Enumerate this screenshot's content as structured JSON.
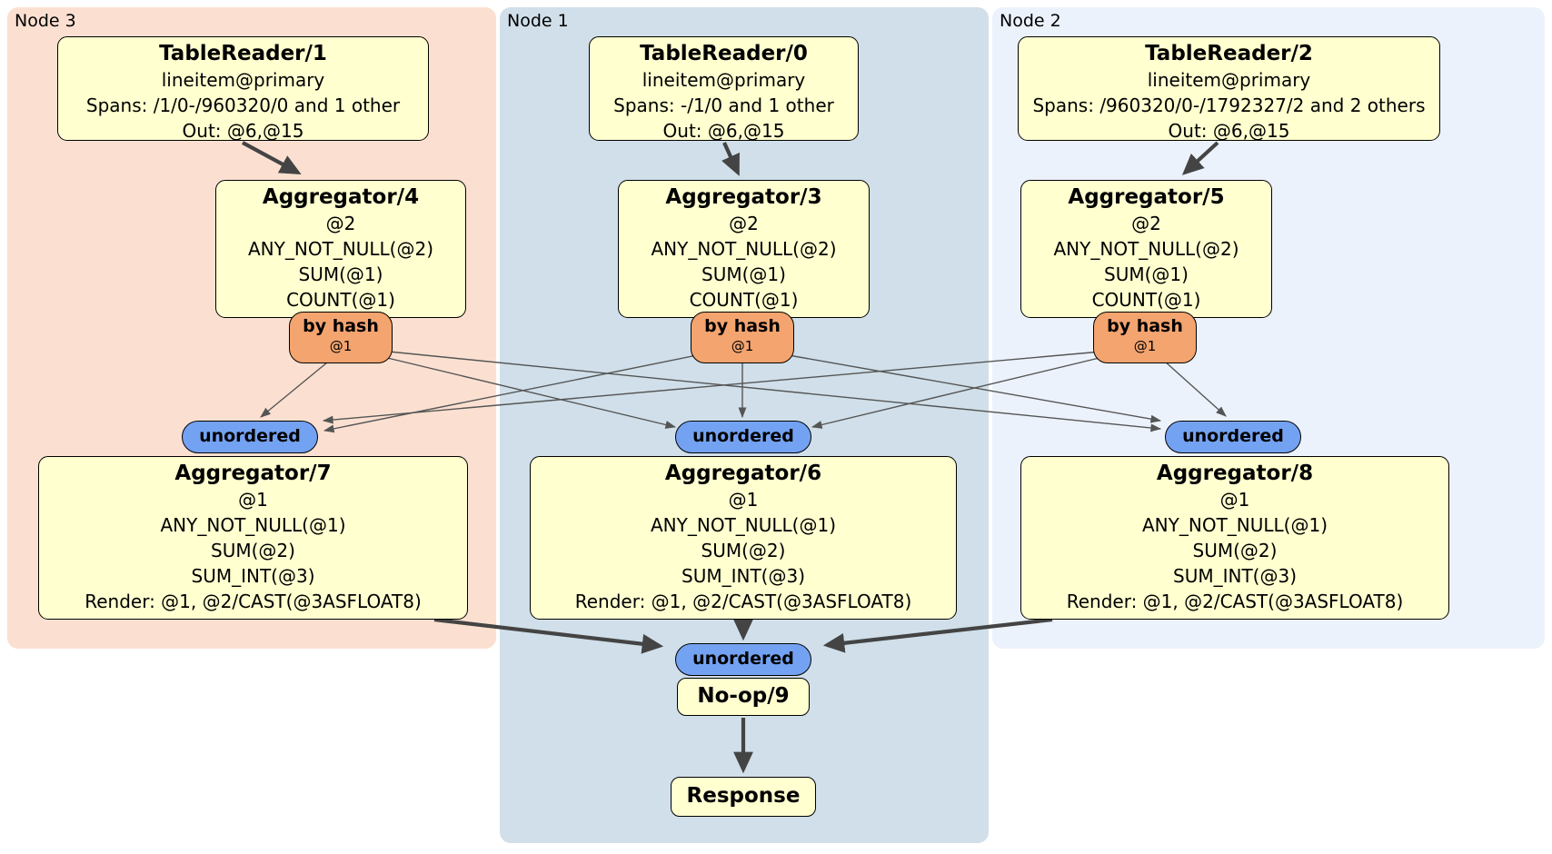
{
  "colors": {
    "node3_band_bg": "#fbe0d1",
    "node1_band_bg": "#d0dfe9",
    "node2_band_bg": "#ecf2fb",
    "processor_box_fill": "#ffffd0",
    "processor_box_border": "#000000",
    "hash_router_fill": "#f4a46f",
    "sync_badge_fill": "#74a2f2",
    "thick_edge": "#444444",
    "thin_edge": "#555555"
  },
  "diagram": {
    "groups": [
      {
        "label": "Node 3",
        "table_reader": {
          "title": "TableReader/1",
          "lines": [
            "lineitem@primary",
            "Spans: /1/0-/960320/0 and 1 other",
            "Out: @6,@15"
          ]
        },
        "aggregator_top": {
          "title": "Aggregator/4",
          "lines": [
            "@2",
            "ANY_NOT_NULL(@2)",
            "SUM(@1)",
            "COUNT(@1)"
          ]
        },
        "router": {
          "label": "by hash",
          "detail": "@1"
        },
        "sync": {
          "label": "unordered"
        },
        "aggregator_bottom": {
          "title": "Aggregator/7",
          "lines": [
            "@1",
            "ANY_NOT_NULL(@1)",
            "SUM(@2)",
            "SUM_INT(@3)",
            "Render: @1, @2/CAST(@3ASFLOAT8)"
          ]
        }
      },
      {
        "label": "Node 1",
        "table_reader": {
          "title": "TableReader/0",
          "lines": [
            "lineitem@primary",
            "Spans: -/1/0 and 1 other",
            "Out: @6,@15"
          ]
        },
        "aggregator_top": {
          "title": "Aggregator/3",
          "lines": [
            "@2",
            "ANY_NOT_NULL(@2)",
            "SUM(@1)",
            "COUNT(@1)"
          ]
        },
        "router": {
          "label": "by hash",
          "detail": "@1"
        },
        "sync": {
          "label": "unordered"
        },
        "aggregator_bottom": {
          "title": "Aggregator/6",
          "lines": [
            "@1",
            "ANY_NOT_NULL(@1)",
            "SUM(@2)",
            "SUM_INT(@3)",
            "Render: @1, @2/CAST(@3ASFLOAT8)"
          ]
        }
      },
      {
        "label": "Node 2",
        "table_reader": {
          "title": "TableReader/2",
          "lines": [
            "lineitem@primary",
            "Spans: /960320/0-/1792327/2 and 2 others",
            "Out: @6,@15"
          ]
        },
        "aggregator_top": {
          "title": "Aggregator/5",
          "lines": [
            "@2",
            "ANY_NOT_NULL(@2)",
            "SUM(@1)",
            "COUNT(@1)"
          ]
        },
        "router": {
          "label": "by hash",
          "detail": "@1"
        },
        "sync": {
          "label": "unordered"
        },
        "aggregator_bottom": {
          "title": "Aggregator/8",
          "lines": [
            "@1",
            "ANY_NOT_NULL(@1)",
            "SUM(@2)",
            "SUM_INT(@3)",
            "Render: @1, @2/CAST(@3ASFLOAT8)"
          ]
        }
      }
    ],
    "final": {
      "sync": {
        "label": "unordered"
      },
      "noop": {
        "title": "No-op/9"
      },
      "response": {
        "title": "Response"
      }
    }
  }
}
